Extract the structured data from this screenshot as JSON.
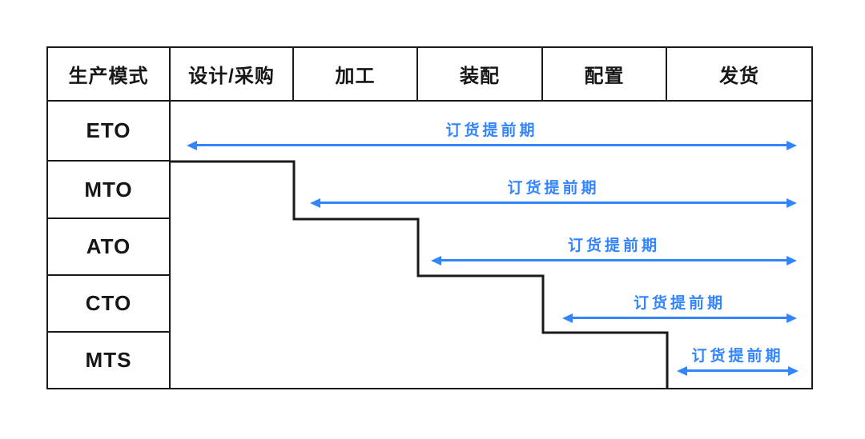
{
  "diagram": {
    "header_columns": [
      "生产模式",
      "设计/采购",
      "加工",
      "装配",
      "配置",
      "发货"
    ],
    "rows": [
      {
        "mode": "ETO",
        "arrow_label": "订货提前期"
      },
      {
        "mode": "MTO",
        "arrow_label": "订货提前期"
      },
      {
        "mode": "ATO",
        "arrow_label": "订货提前期"
      },
      {
        "mode": "CTO",
        "arrow_label": "订货提前期"
      },
      {
        "mode": "MTS",
        "arrow_label": "订货提前期"
      }
    ],
    "colors": {
      "arrow": "#3385FF",
      "line": "#1A1A1A",
      "text": "#161616"
    }
  }
}
